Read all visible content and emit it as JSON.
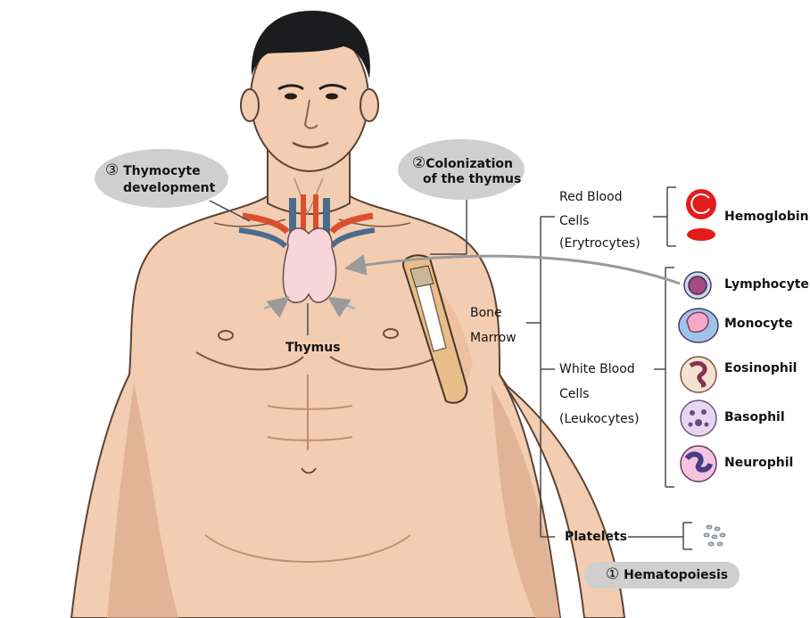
{
  "callouts": {
    "thymocyte": {
      "number": "③",
      "line1": "Thymocyte",
      "line2": "development"
    },
    "colonization": {
      "number": "②",
      "line1": "Colonization",
      "line2": "of the thymus"
    },
    "hematopoiesis": {
      "number": "①",
      "label": "Hematopoiesis"
    }
  },
  "labels": {
    "thymus": "Thymus",
    "bone": "Bone",
    "marrow": "Marrow"
  },
  "tree": {
    "red": {
      "line1": "Red Blood",
      "line2": "Cells",
      "line3": "(Erytrocytes)",
      "items": [
        "Hemoglobin"
      ]
    },
    "white": {
      "line1": "White Blood",
      "line2": "Cells",
      "line3": "(Leukocytes)",
      "items": [
        "Lymphocyte",
        "Monocyte",
        "Eosinophil",
        "Basophil",
        "Neurophil"
      ]
    },
    "platelets": {
      "label": "Platelets"
    }
  },
  "colors": {
    "skin": "#f3cdb1",
    "skin_shadow": "#d9a98b",
    "hair": "#1c1b1d",
    "callout_bg": "#cfcfcf",
    "artery": "#d9502f",
    "vein": "#4a6c8d",
    "thymus": "#f6d6d8",
    "red_cell": "#e21b1b",
    "bone": "#e9bd8a"
  }
}
